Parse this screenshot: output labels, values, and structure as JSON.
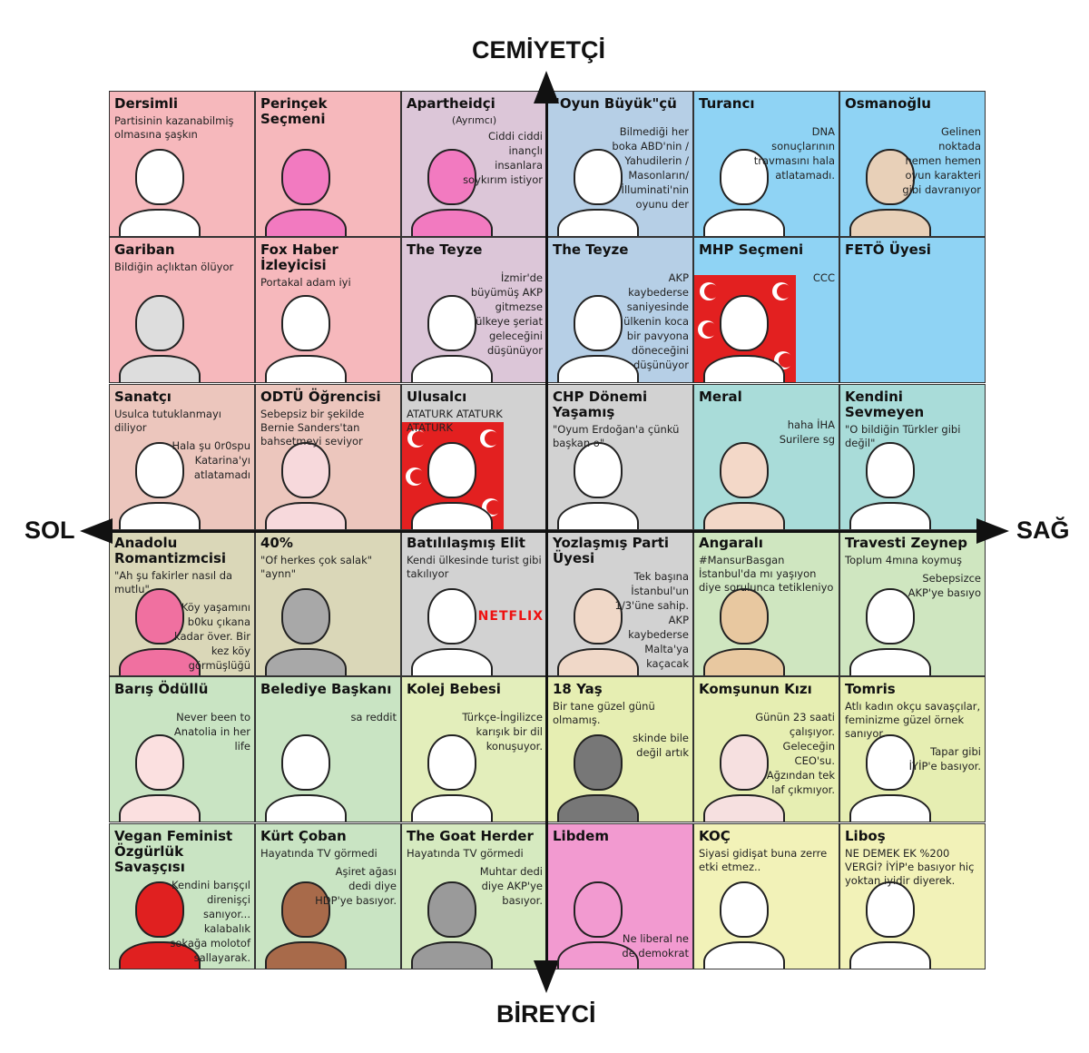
{
  "axes": {
    "top": "CEMİYETÇİ",
    "bottom": "BİREYCİ",
    "left": "SOL",
    "right": "SAĞ"
  },
  "cells": [
    {
      "title": "Dersimli",
      "desc": "Partisinin kazanabilmiş olmasına şaşkın",
      "bg": "#f6b8bc",
      "fig": "#ffffff"
    },
    {
      "title": "Perinçek Seçmeni",
      "bg": "#f6b8bc",
      "fig": "#f27ac0"
    },
    {
      "title": "Apartheidçi",
      "sub": "(Ayrımcı)",
      "side": "Ciddi ciddi inançlı insanlara soykırım istiyor",
      "bg": "#dcc6d8",
      "fig": "#f27ac0"
    },
    {
      "title": "\"Oyun Büyük\"çü",
      "side": "Bilmediği her boka ABD'nin / Yahudilerin / Masonların/ İlluminati'nin oyunu der",
      "bg": "#b6cfe6",
      "fig": "#ffffff"
    },
    {
      "title": "Turancı",
      "side": "DNA sonuçlarının travmasını hala atlatamadı.",
      "bg": "#8fd3f4",
      "fig": "#ffffff"
    },
    {
      "title": "Osmanoğlu",
      "side": "Gelinen noktada hemen hemen oyun karakteri gibi davranıyor",
      "bg": "#8fd3f4",
      "fig": "#e8d0b8"
    },
    {
      "title": "Gariban",
      "desc": "Bildiğin açlıktan ölüyor",
      "bg": "#f6b8bc",
      "fig": "#dddddd"
    },
    {
      "title": "Fox Haber İzleyicisi",
      "desc": "Portakal adam iyi",
      "bg": "#f6b8bc",
      "fig": "#ffffff"
    },
    {
      "title": "The Teyze",
      "side": "İzmir'de büyümüş AKP gitmezse ülkeye şeriat geleceğini düşünüyor",
      "bg": "#dcc6d8",
      "fig": "#ffffff"
    },
    {
      "title": "The Teyze",
      "side": "AKP kaybederse saniyesinde ülkenin koca bir pavyona döneceğini düşünüyor",
      "bg": "#b6cfe6",
      "fig": "#ffffff"
    },
    {
      "title": "MHP Seçmeni",
      "side": "CCC",
      "bg": "#8fd3f4",
      "fig": "#ffffff",
      "flag": true
    },
    {
      "title": "FETÖ Üyesi",
      "bg": "#8fd3f4"
    },
    {
      "title": "Sanatçı",
      "desc": "Usulca tutuklanmayı diliyor",
      "side": "Hala şu 0r0spu Katarina'yı atlatamadı",
      "bg": "#ecc6bd",
      "fig": "#ffffff"
    },
    {
      "title": "ODTÜ Öğrencisi",
      "desc": "Sebepsiz bir şekilde Bernie Sanders'tan bahsetmeyi seviyor",
      "bg": "#ecc6bd",
      "fig": "#f7d9dc"
    },
    {
      "title": "Ulusalcı",
      "desc": "ATATURK ATATURK ATATURK",
      "bg": "#d2d2d2",
      "fig": "#ffffff",
      "flag": true
    },
    {
      "title": "CHP Dönemi Yaşamış",
      "desc": "\"Oyum Erdoğan'a çünkü başkan o\"",
      "bg": "#d2d2d2",
      "fig": "#ffffff"
    },
    {
      "title": "Meral",
      "side": "haha İHA Surilere sg",
      "bg": "#a9dcd9",
      "fig": "#f3d8c8"
    },
    {
      "title": "Kendini Sevmeyen",
      "desc": "\"O bildiğin Türkler gibi değil\"",
      "bg": "#a9dcd9",
      "fig": "#ffffff"
    },
    {
      "title": "Anadolu Romantizmcisi",
      "desc": "\"Ah şu fakirler nasıl da mutlu\"",
      "side": "Köy yaşamını b0ku çıkana kadar över. Bir kez köy görmüşlüğü vardır o da arabayla Muğla yolunda.",
      "bg": "#dad7b8",
      "fig": "#f070a0"
    },
    {
      "title": "40%",
      "desc": "\"Of herkes çok salak\" \"aynn\"",
      "bg": "#dad7b8",
      "fig": "#a8a8a8"
    },
    {
      "title": "Batılılaşmış Elit",
      "desc": "Kendi ülkesinde turist gibi takılıyor",
      "extra": "NETFLIX",
      "bg": "#d2d2d2",
      "fig": "#ffffff"
    },
    {
      "title": "Yozlaşmış Parti Üyesi",
      "side": "Tek başına İstanbul'un 1/3'üne sahip. AKP kaybederse Malta'ya kaçacak",
      "bg": "#d2d2d2",
      "fig": "#f0d8c8"
    },
    {
      "title": "Angaralı",
      "desc": "#MansurBasgan İstanbul'da mı yaşıyon diye sorulunca tetikleniyo",
      "bg": "#cfe6c0",
      "fig": "#e8c8a0"
    },
    {
      "title": "Travesti Zeynep",
      "desc": "Toplum 4mına koymuş",
      "side": "Sebepsizce AKP'ye basıyo",
      "bg": "#cfe6c0",
      "fig": "#ffffff"
    },
    {
      "title": "Barış Ödüllü",
      "side": "Never been to Anatolia in her life",
      "bg": "#c9e4c3",
      "fig": "#fbe0e0"
    },
    {
      "title": "Belediye Başkanı",
      "side": "sa reddit",
      "bg": "#c9e4c3",
      "fig": "#ffffff"
    },
    {
      "title": "Kolej Bebesi",
      "side": "Türkçe-İngilizce karışık bir dil konuşuyor.",
      "bg": "#e3eebb",
      "fig": "#ffffff"
    },
    {
      "title": "18 Yaş",
      "desc": "Bir tane güzel günü olmamış.",
      "side": "skinde bile değil artık",
      "bg": "#e6eeb2",
      "fig": "#777777"
    },
    {
      "title": "Komşunun Kızı",
      "side": "Günün 23 saati çalışıyor. Geleceğin CEO'su. Ağzından tek laf çıkmıyor.",
      "bg": "#e6eeb2",
      "fig": "#f6e0e0"
    },
    {
      "title": "Tomris",
      "desc": "Atlı kadın okçu savaşçılar, feminizme güzel örnek sanıyor.",
      "side": "Tapar gibi İYİP'e basıyor.",
      "bg": "#e6eeb2",
      "fig": "#ffffff"
    },
    {
      "title": "Vegan Feminist Özgürlük Savaşçısı",
      "side": "Kendini barışçıl direnişçi sanıyor... kalabalık sokağa molotof sallayarak.",
      "bg": "#c9e4c3",
      "fig": "#e02020"
    },
    {
      "title": "Kürt Çoban",
      "desc": "Hayatında TV görmedi",
      "side": "Aşiret ağası dedi diye HDP'ye basıyor.",
      "bg": "#c9e4c3",
      "fig": "#a86a4a"
    },
    {
      "title": "The Goat Herder",
      "desc": "Hayatında TV görmedi",
      "side": "Muhtar dedi diye AKP'ye basıyor.",
      "bg": "#d6eac0",
      "fig": "#9a9a9a"
    },
    {
      "title": "Libdem",
      "side": "Ne liberal ne de demokrat",
      "bg": "#f29ad0",
      "fig": "#f29ad0"
    },
    {
      "title": "KOÇ",
      "desc": "Siyasi gidişat buna zerre etki etmez..",
      "bg": "#f2f2b8",
      "fig": "#ffffff"
    },
    {
      "title": "Liboş",
      "desc": "NE DEMEK EK %200 VERGİ? İYİP'e basıyor  hiç yoktan iyidir diyerek.",
      "bg": "#f2f2b8",
      "fig": "#ffffff"
    }
  ]
}
